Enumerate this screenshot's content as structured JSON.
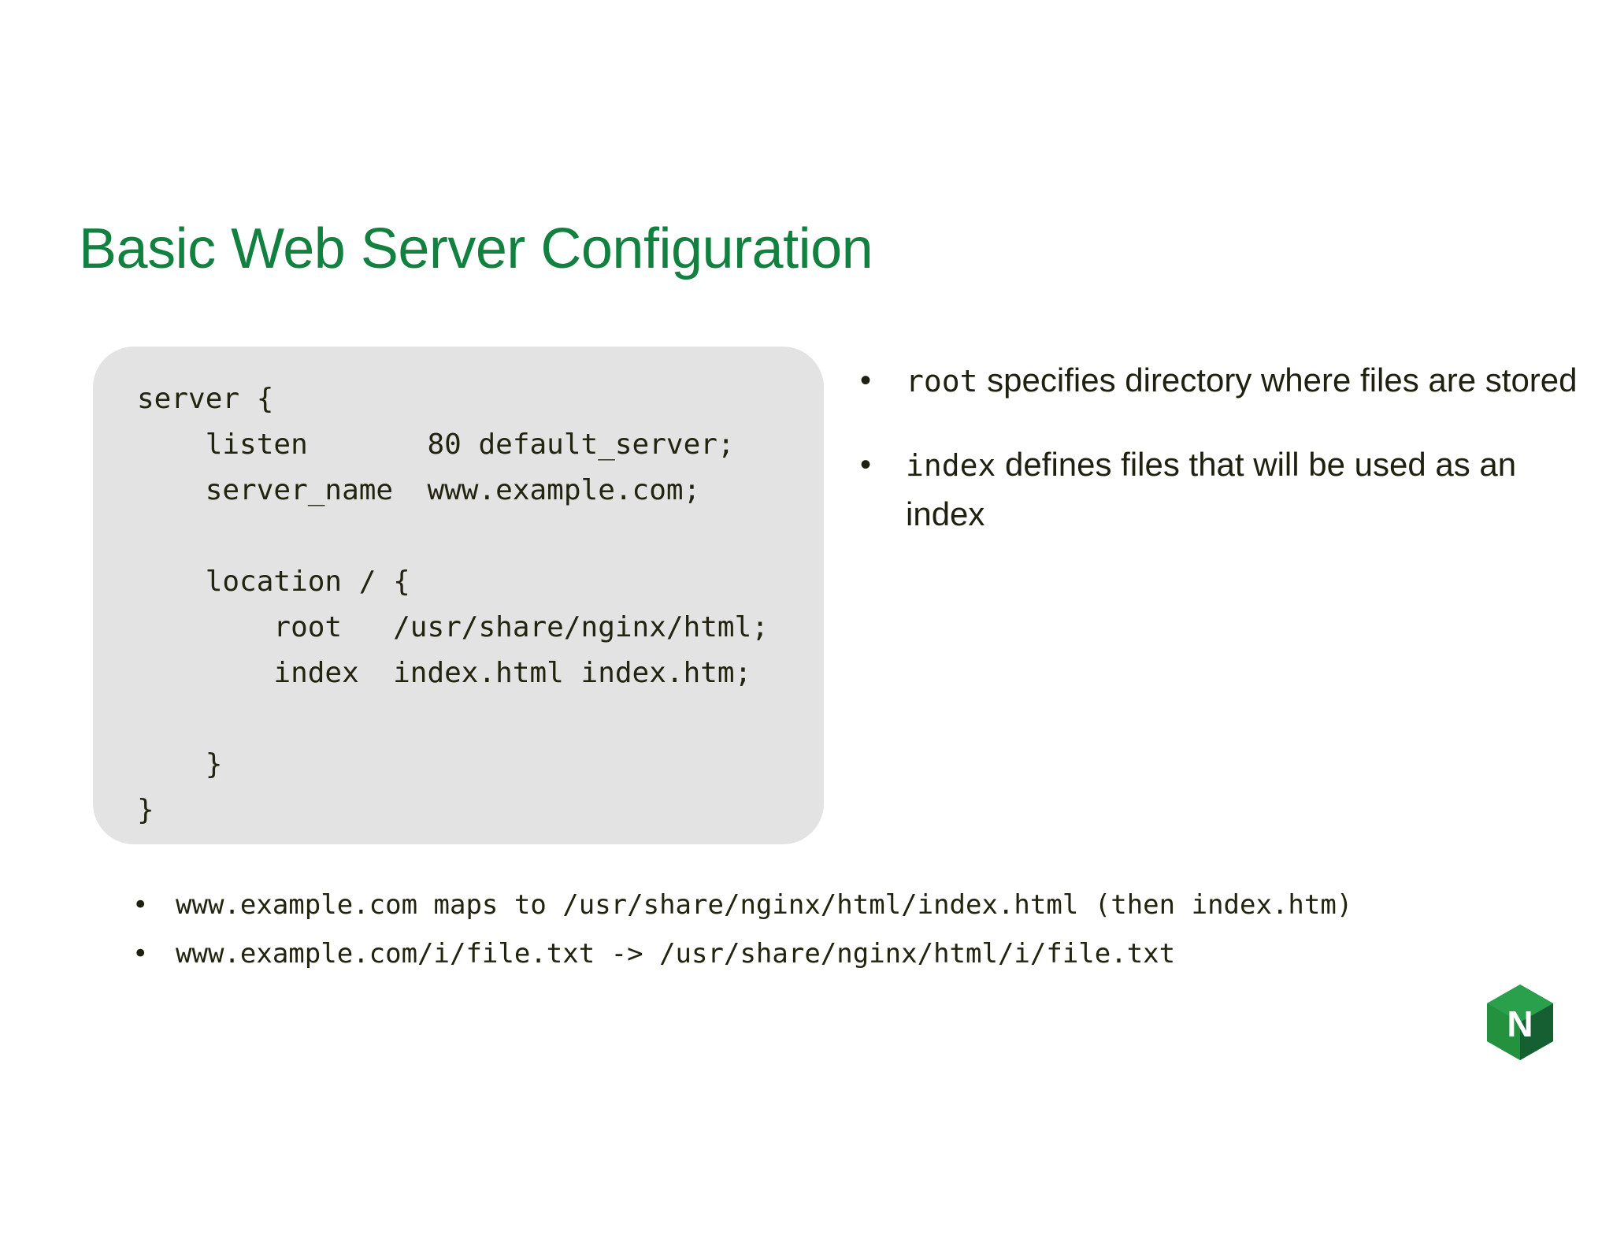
{
  "slide": {
    "title": "Basic Web Server Configuration",
    "title_color": "#12813f",
    "background_color": "#ffffff",
    "text_color": "#1f2010"
  },
  "code_panel": {
    "background_color": "#e3e3e3",
    "code": "server {\n    listen       80 default_server;\n    server_name  www.example.com;\n\n    location / {\n        root   /usr/share/nginx/html;\n        index  index.html index.htm;\n\n    }\n}"
  },
  "right_bullets": {
    "marker": "•",
    "items": [
      {
        "keyword": "root",
        "text": " specifies directory where files are stored"
      },
      {
        "keyword": "index",
        "text": " defines files that will be used as an index"
      }
    ]
  },
  "bottom_bullets": {
    "marker": "•",
    "items": [
      "www.example.com maps to /usr/share/nginx/html/index.html (then index.htm)",
      "www.example.com/i/file.txt -> /usr/share/nginx/html/i/file.txt"
    ]
  },
  "logo": {
    "name": "nginx-logo",
    "letter": "N",
    "color_light": "#249b48",
    "color_mid": "#119c49",
    "color_dark": "#17653a",
    "color_darker": "#0f5c31"
  }
}
